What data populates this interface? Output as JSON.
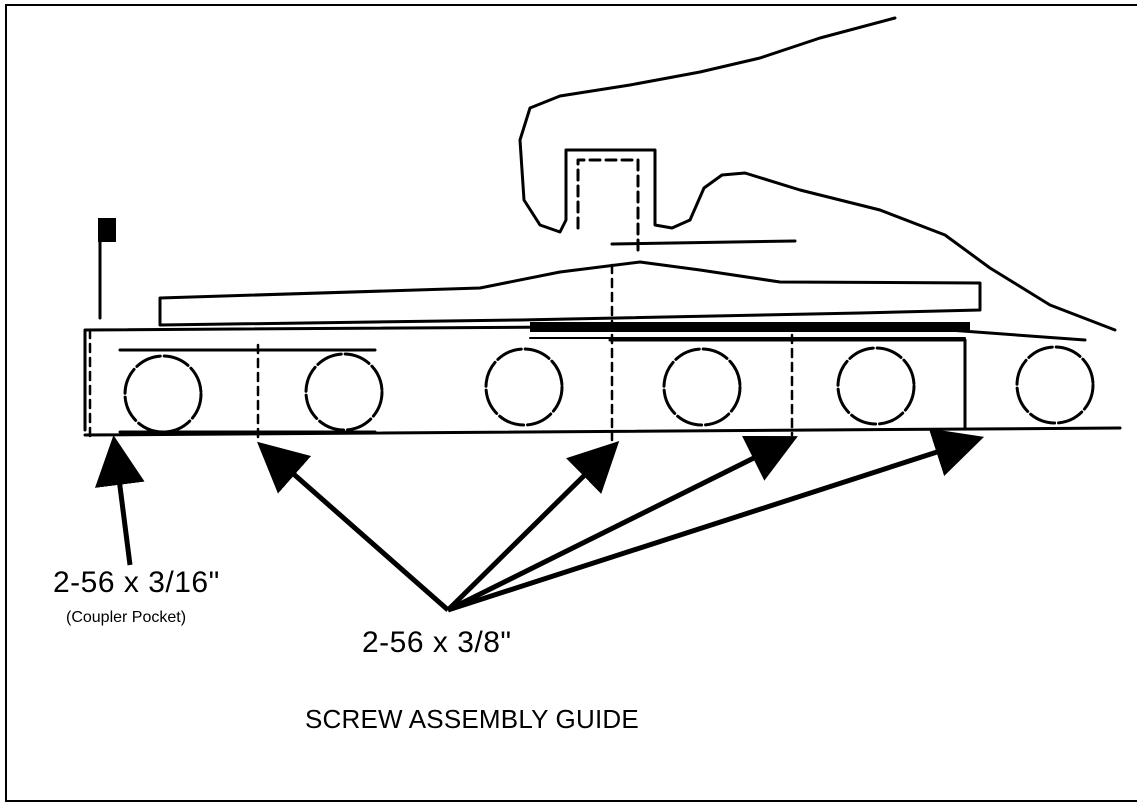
{
  "labels": {
    "small_screw": "2-56 x 3/16\"",
    "small_screw_note": "(Coupler Pocket)",
    "large_screw": "2-56 x 3/8\""
  },
  "title": "SCREW ASSEMBLY GUIDE",
  "colors": {
    "ink": "#000000",
    "paper": "#ffffff"
  }
}
